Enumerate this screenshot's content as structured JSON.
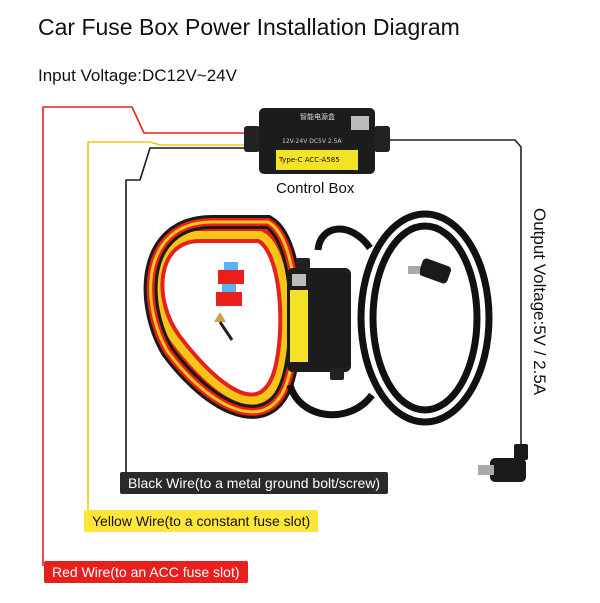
{
  "diagram": {
    "title": "Car Fuse Box Power Installation Diagram",
    "input_voltage": "Input Voltage:DC12V~24V",
    "control_box_label": "Control Box",
    "output_voltage": "Output Voltage:5V / 2.5A",
    "box_text": {
      "line1": "智能电源盒",
      "line2": "Type-C  ACC-A585",
      "line3": "12V-24V  DC5V 2.5A"
    },
    "wires": {
      "black": "Black Wire(to a metal ground bolt/screw)",
      "yellow": "Yellow Wire(to a constant fuse slot)",
      "red": "Red Wire(to an ACC fuse slot)"
    }
  },
  "colors": {
    "red_wire": "#e8201d",
    "yellow_wire": "#f5c518",
    "black_wire": "#1a1a1a",
    "box_body": "#1c1c1c",
    "box_label": "#f4e227"
  }
}
